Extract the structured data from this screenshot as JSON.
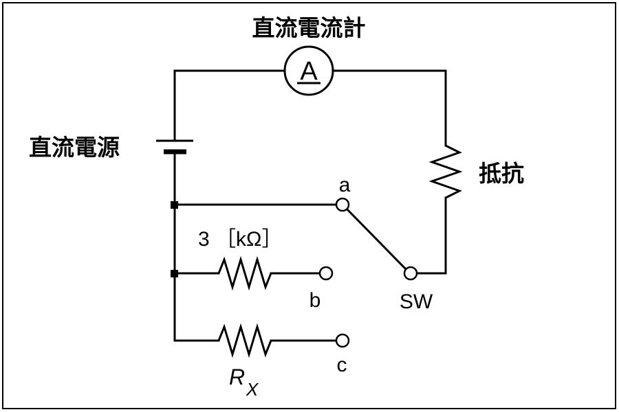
{
  "labels": {
    "ammeter": "直流電流計",
    "ammeter_symbol": "A",
    "power_source": "直流電源",
    "resistor": "抵抗",
    "terminal_a": "a",
    "terminal_b": "b",
    "terminal_c": "c",
    "switch": "SW",
    "known_resistance": "3 ［kΩ］",
    "unknown_resistor_main": "R",
    "unknown_resistor_sub": "X"
  },
  "switch_state": "a"
}
